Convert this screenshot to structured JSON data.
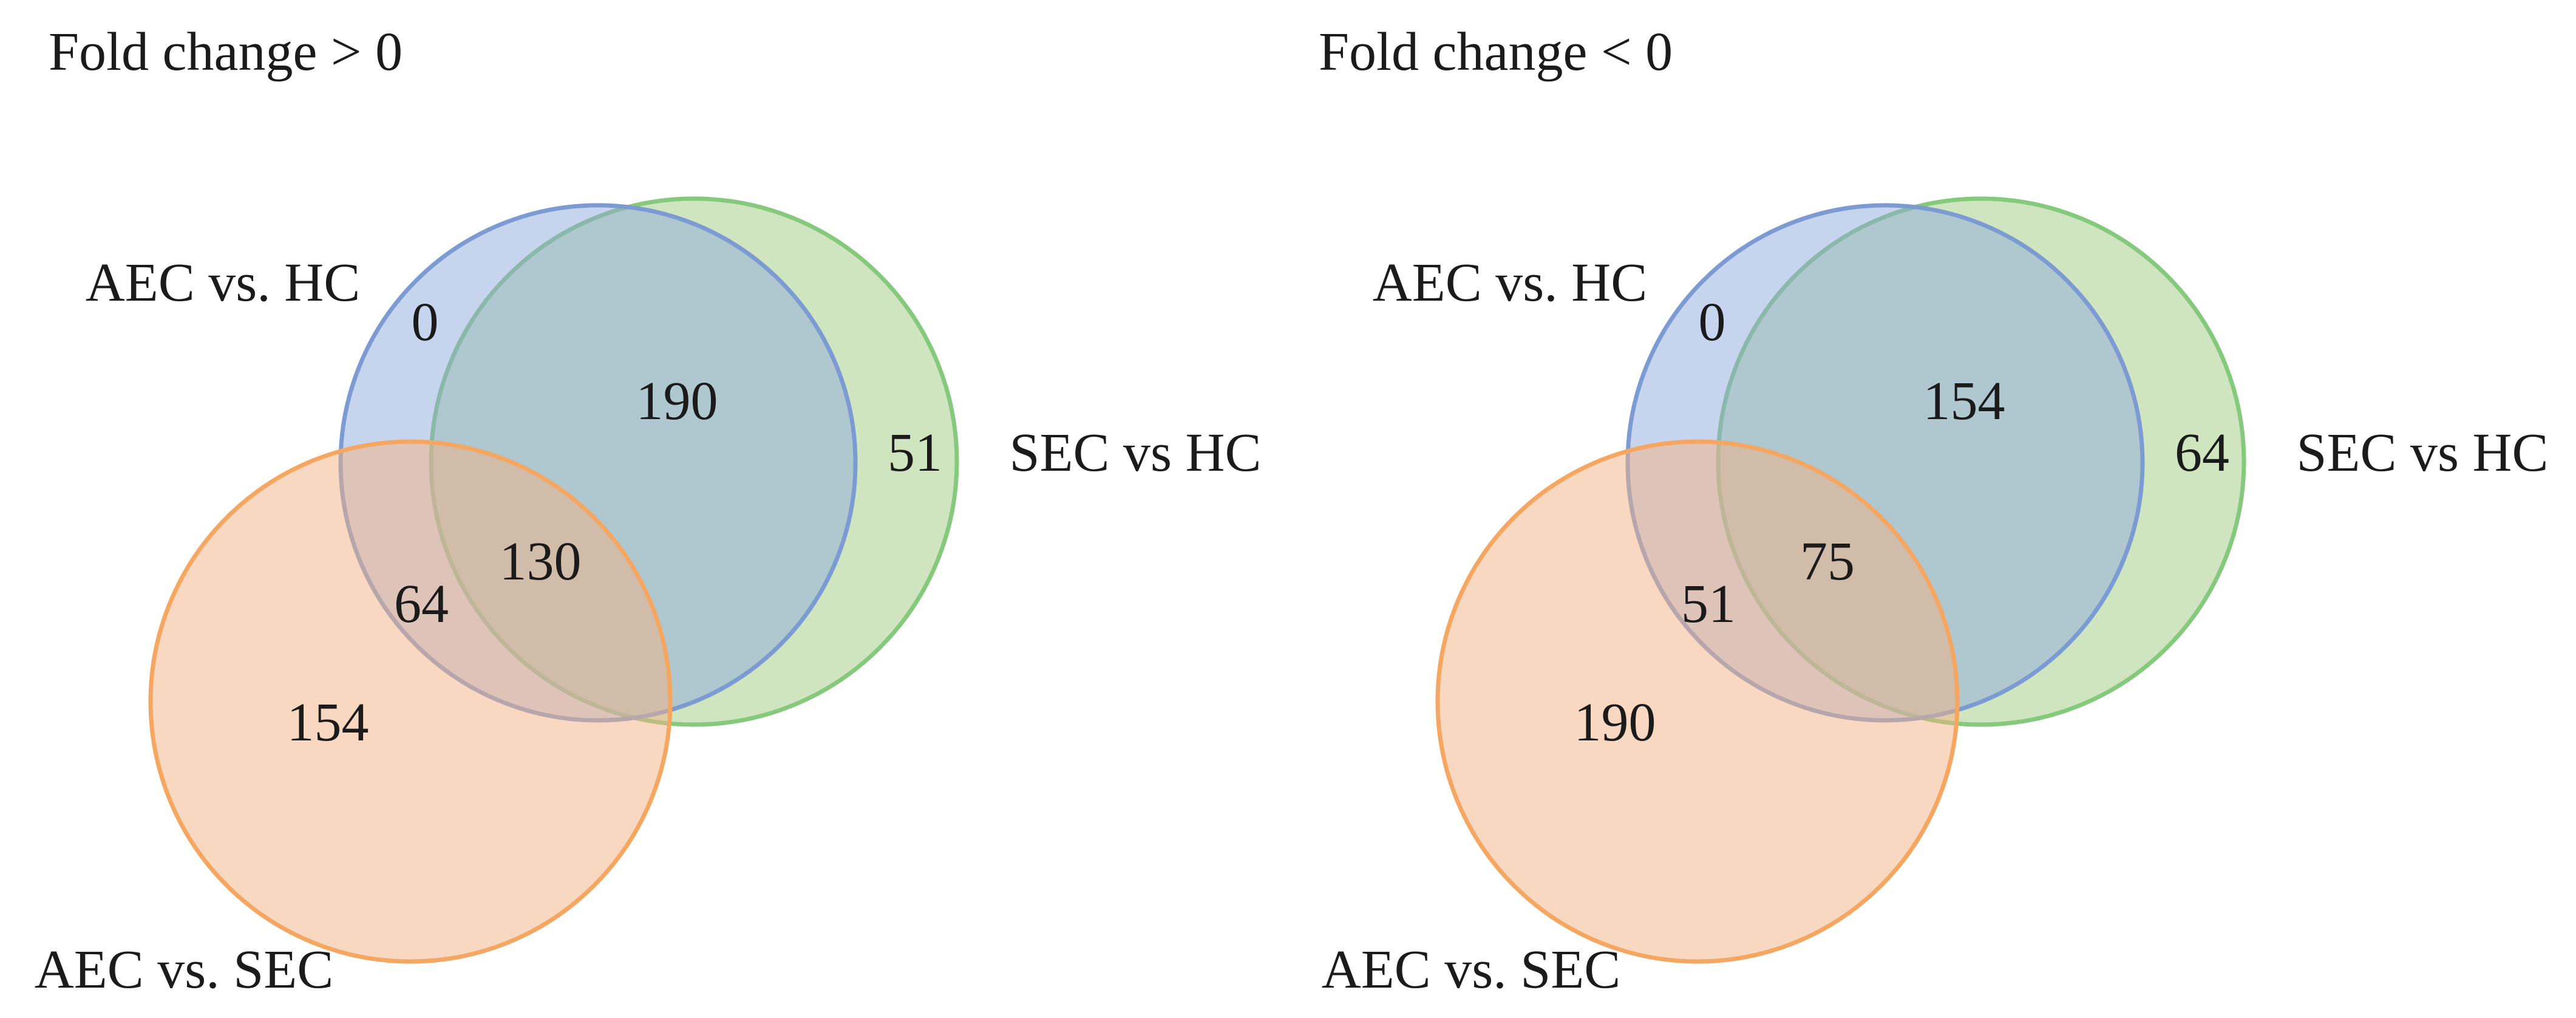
{
  "figure": {
    "background": "#FFFFFF",
    "text_color": "#1B1B1B"
  },
  "colors": {
    "aec_hc": {
      "fill": "#8FAADC",
      "stroke": "#7B9BD2"
    },
    "sec_hc": {
      "fill": "#A8D08D",
      "stroke": "#85C97D"
    },
    "aec_sec": {
      "fill": "#F4B183",
      "stroke": "#F5A661"
    }
  },
  "diagrams": [
    {
      "title": "Fold change > 0",
      "set_labels": {
        "aec_hc": "AEC vs. HC",
        "sec_hc": "SEC vs HC",
        "aec_sec": "AEC vs. SEC"
      },
      "counts": {
        "aec_hc_only": "0",
        "aec_hc_sec_hc": "190",
        "sec_hc_only": "51",
        "all_three": "130",
        "aec_hc_aec_sec": "64",
        "aec_sec_only": "154"
      }
    },
    {
      "title": "Fold change < 0",
      "set_labels": {
        "aec_hc": "AEC vs. HC",
        "sec_hc": "SEC vs HC",
        "aec_sec": "AEC vs. SEC"
      },
      "counts": {
        "aec_hc_only": "0",
        "aec_hc_sec_hc": "154",
        "sec_hc_only": "64",
        "all_three": "75",
        "aec_hc_aec_sec": "51",
        "aec_sec_only": "190"
      }
    }
  ],
  "chart_data": [
    {
      "type": "venn",
      "title": "Fold change > 0",
      "sets": [
        "AEC vs. HC",
        "SEC vs HC",
        "AEC vs. SEC"
      ],
      "regions": {
        "aec_hc_only": 0,
        "aec_hc_and_sec_hc": 190,
        "sec_hc_only": 51,
        "aec_hc_and_aec_sec": 64,
        "aec_hc_and_sec_hc_and_aec_sec": 130,
        "aec_sec_only": 154
      }
    },
    {
      "type": "venn",
      "title": "Fold change < 0",
      "sets": [
        "AEC vs. HC",
        "SEC vs HC",
        "AEC vs. SEC"
      ],
      "regions": {
        "aec_hc_only": 0,
        "aec_hc_and_sec_hc": 154,
        "sec_hc_only": 64,
        "aec_hc_and_aec_sec": 51,
        "aec_hc_and_sec_hc_and_aec_sec": 75,
        "aec_sec_only": 190
      }
    }
  ]
}
